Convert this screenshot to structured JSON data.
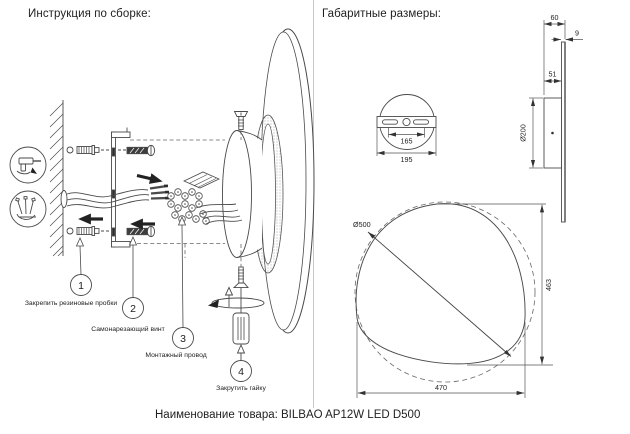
{
  "page": {
    "left_title": "Инструкция по сборке:",
    "right_title": "Габаритные размеры:",
    "footer": "Наименование товара: BILBAO AP12W LED D500"
  },
  "steps": [
    {
      "num": "1",
      "label": "Закрепить резиновые пробки"
    },
    {
      "num": "2",
      "label": "Самонарезающий винт"
    },
    {
      "num": "3",
      "label": "Монтажный провод"
    },
    {
      "num": "4",
      "label": "Закрутить гайку"
    }
  ],
  "dimensions": {
    "plate_slots": "165",
    "plate_width": "195",
    "depth_total": "60",
    "panel_thickness": "9",
    "housing_depth": "51",
    "housing_diameter": "Ø200",
    "front_diameter": "Ø500",
    "front_height": "463",
    "front_width": "470"
  },
  "colors": {
    "line": "#4a4a4a",
    "dim_line": "#555555",
    "divider": "#c8c8c8",
    "text": "#1f1f1f",
    "stipple": "#9a9a9a"
  }
}
